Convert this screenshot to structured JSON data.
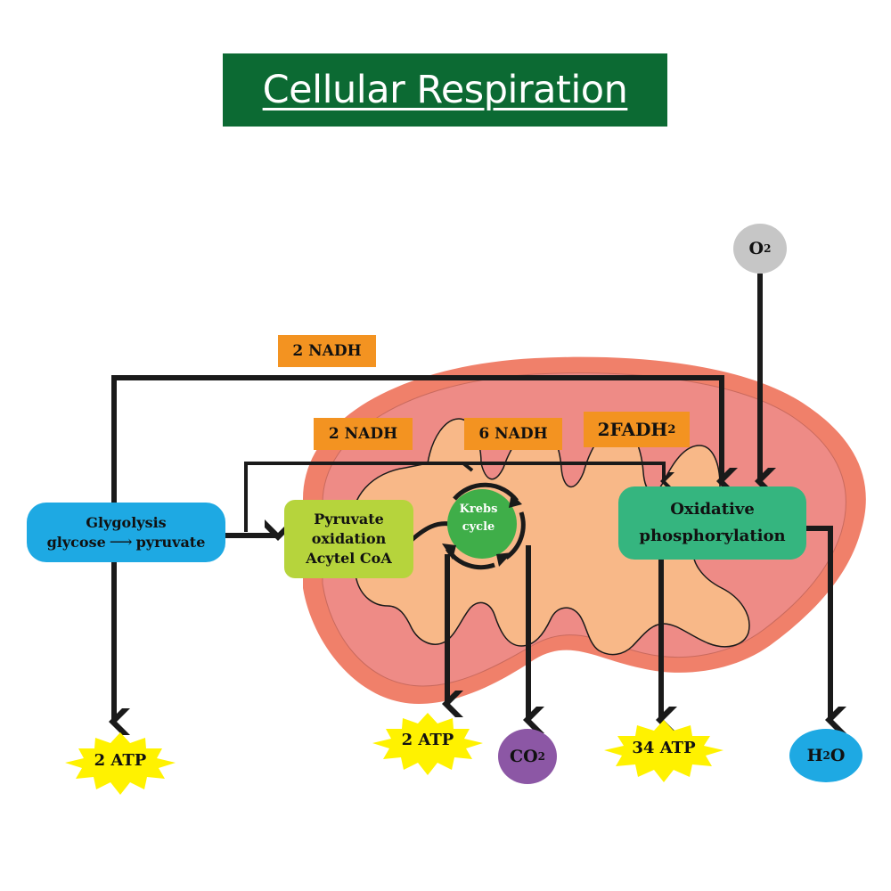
{
  "title": "Cellular Respiration",
  "glycolysis": {
    "line1": "Glygolysis",
    "from": "glycose",
    "arrow": "⟶",
    "to": "pyruvate"
  },
  "pyruvate": {
    "line1": "Pyruvate",
    "line2": "oxidation",
    "line3": "Acytel CoA"
  },
  "krebs": {
    "line1": "Krebs",
    "line2": "cycle"
  },
  "oxidative": {
    "line1": "Oxidative",
    "line2": "phosphorylation"
  },
  "carriers": {
    "nadh_glycolysis": "2 NADH",
    "nadh_pyruvate": "2 NADH",
    "nadh_krebs": "6 NADH",
    "fadh_base": "2FADH",
    "fadh_sub": "2"
  },
  "inputs": {
    "o2_base": "O",
    "o2_sub": "2"
  },
  "outputs": {
    "atp_glycolysis": "2 ATP",
    "atp_krebs": "2 ATP",
    "atp_oxidative": "34 ATP",
    "co2_base": "CO",
    "co2_sub": "2",
    "h2o_pre": "H",
    "h2o_sub": "2",
    "h2o_post": "O"
  },
  "colors": {
    "title_bg": "#0c6a33",
    "mito_outer": "#f0806a",
    "mito_inner": "#ee8b86",
    "cristae": "#f8b888",
    "glycolysis": "#1ea9e3",
    "pyruvate": "#b6d43c",
    "krebs": "#3fae49",
    "oxidative": "#35b57f",
    "carrier_tag": "#f39321",
    "atp_burst": "#fff200",
    "o2": "#c6c6c6",
    "co2": "#8c57a5",
    "h2o": "#1ea9e3"
  }
}
